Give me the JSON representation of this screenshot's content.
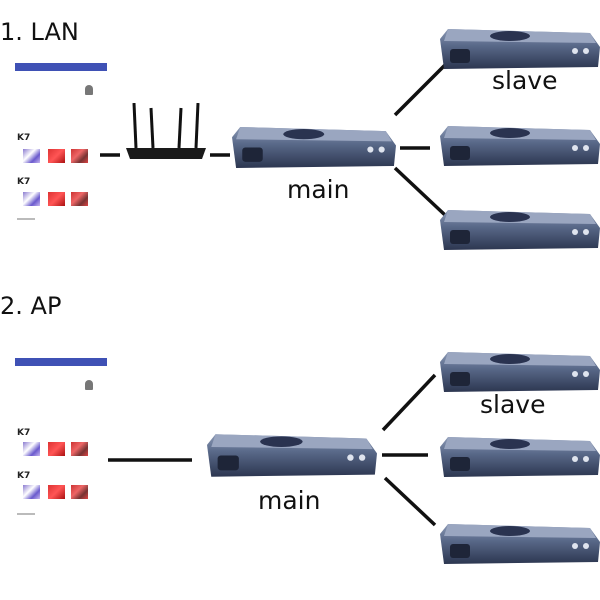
{
  "sections": [
    {
      "title": "1. LAN",
      "main_label": "main",
      "slave_label": "slave",
      "phone": {
        "group_labels": [
          "K7",
          "K7"
        ]
      }
    },
    {
      "title": "2. AP",
      "main_label": "main",
      "slave_label": "slave",
      "phone": {
        "group_labels": [
          "K7",
          "K7"
        ]
      }
    }
  ],
  "colors": {
    "app_bar": "#3f51b5",
    "device": "#4a5a78",
    "line": "#111111"
  }
}
